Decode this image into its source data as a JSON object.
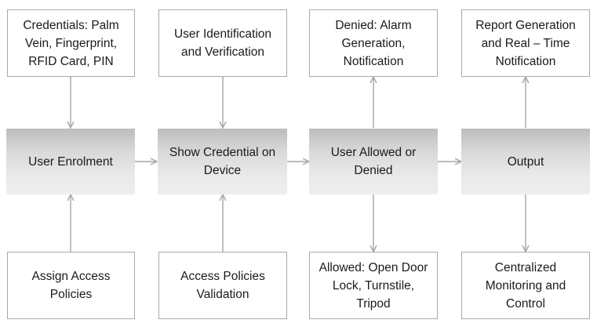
{
  "colors": {
    "arrow": "#a6a6a6",
    "box_border": "#a8a8a8",
    "process_fill_top": "#bdbdbd",
    "process_fill_bottom": "#eeeeee"
  },
  "top_boxes": {
    "credentials": "Credentials: Palm\nVein, Fingerprint,\nRFID Card, PIN",
    "identification": "User Identification\nand Verification",
    "denied": "Denied: Alarm\nGeneration,\nNotification",
    "report": "Report Generation\nand Real – Time\nNotification"
  },
  "process_boxes": {
    "enrolment": "User Enrolment",
    "show_credential": "Show Credential on\nDevice",
    "allowed_or_denied": "User Allowed or\nDenied",
    "output": "Output"
  },
  "bottom_boxes": {
    "assign_policies": "Assign Access\nPolicies",
    "policies_validation": "Access Policies\nValidation",
    "allowed": "Allowed: Open Door\nLock, Turnstile,\nTripod",
    "monitoring": "Centralized\nMonitoring and\nControl"
  }
}
